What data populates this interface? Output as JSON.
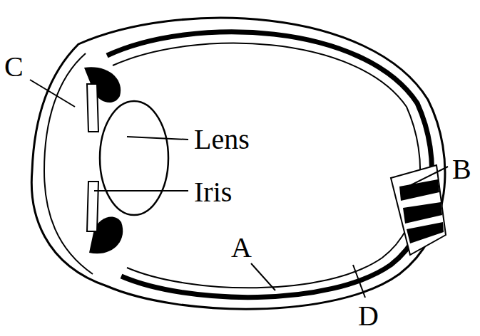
{
  "diagram": {
    "labels": [
      "C",
      "Lens",
      "Iris",
      "A",
      "B",
      "D"
    ]
  }
}
